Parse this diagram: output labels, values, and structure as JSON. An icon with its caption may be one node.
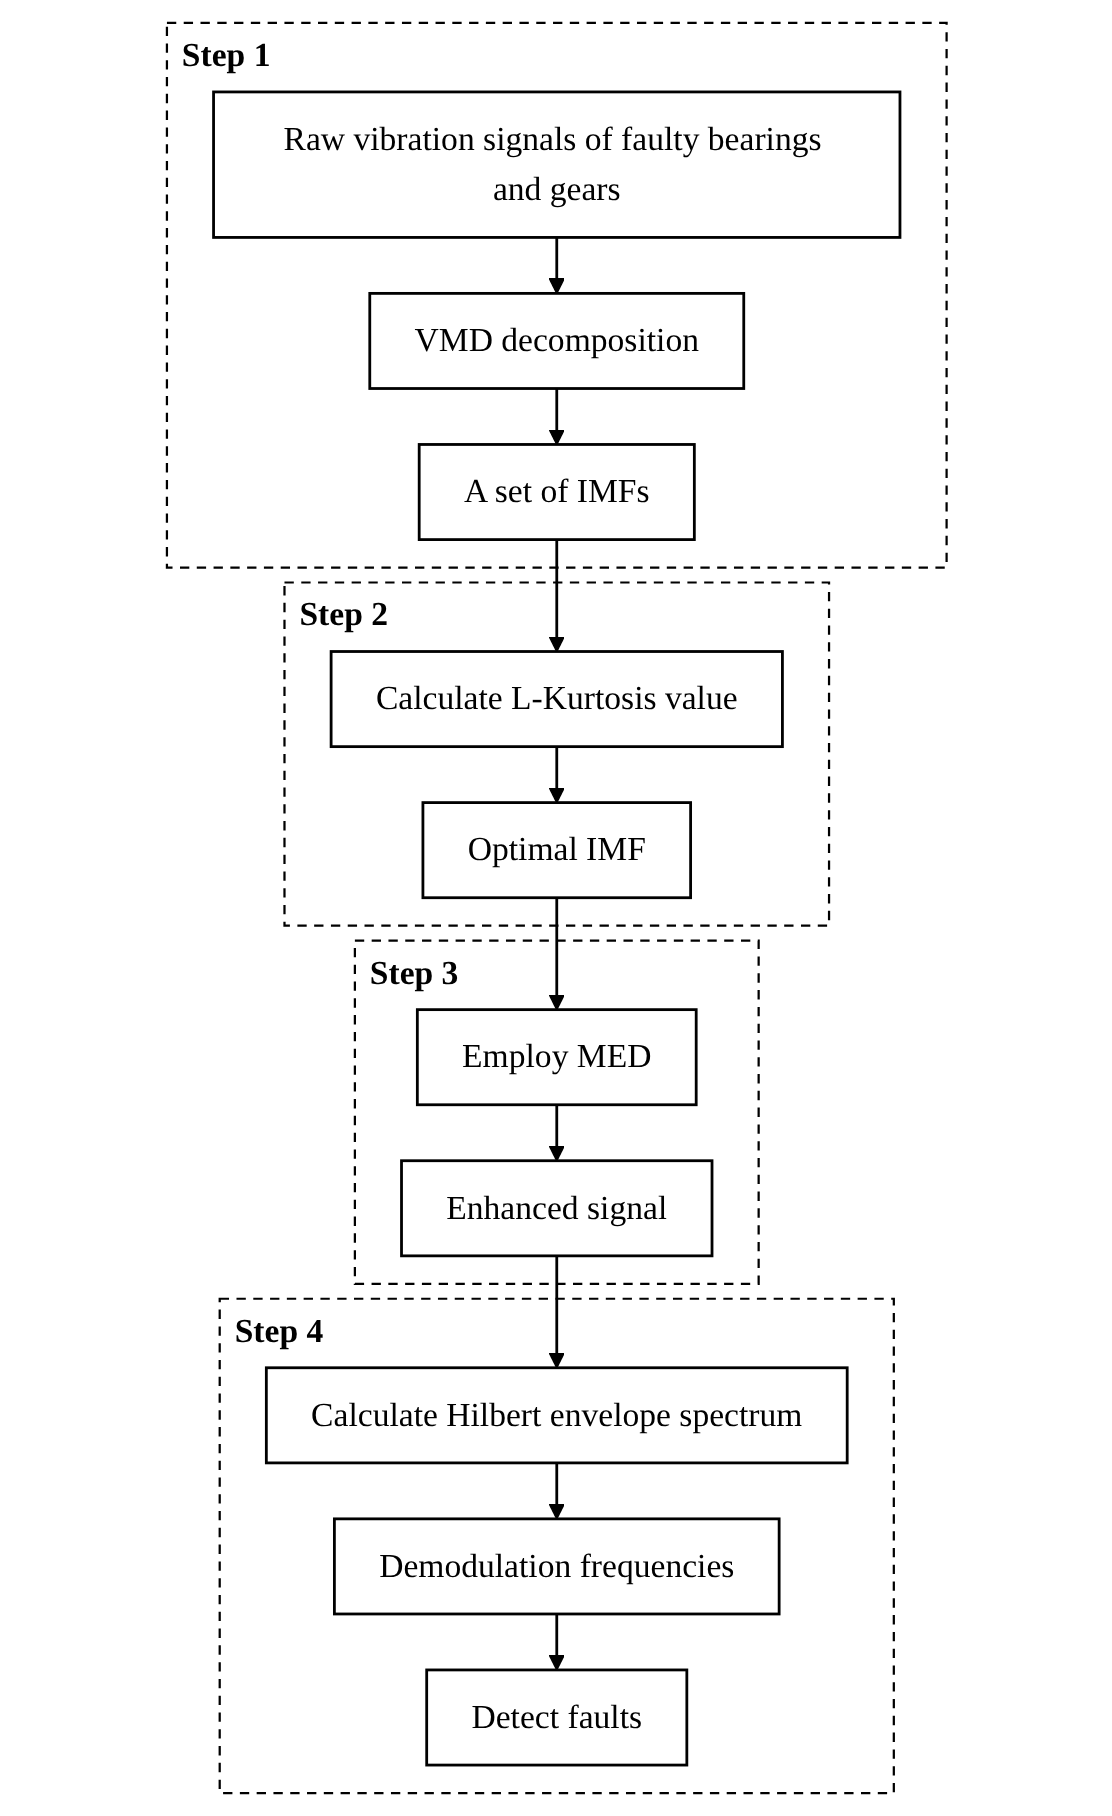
{
  "diagram": {
    "nodes": [
      {
        "text": [
          "Step 1"
        ]
      },
      {
        "text": [
          "Raw vibration signals of faulty bearings and gears"
        ],
        "in": 0
      },
      {
        "text": [
          "VMD decomposition"
        ],
        "in": 0
      },
      {
        "text": [
          "A set of IMFs"
        ],
        "in": 0
      },
      {
        "text": [
          "Step 2"
        ]
      },
      {
        "text": [
          "Calculate L-Kurtosis value"
        ],
        "in": 4
      },
      {
        "text": [
          "Optimal IMF"
        ],
        "in": 4
      },
      {
        "text": [
          "Step 3"
        ]
      },
      {
        "text": [
          "Employ MED"
        ],
        "in": 7
      },
      {
        "text": [
          "Enhanced signal"
        ],
        "in": 7
      },
      {
        "text": [
          "Step 4"
        ]
      },
      {
        "text": [
          "Calculate Hilbert envelope spectrum"
        ],
        "in": 10
      },
      {
        "text": [
          "Demodulation frequencies"
        ],
        "in": 10
      },
      {
        "text": [
          "Detect faults"
        ],
        "in": 10
      }
    ],
    "edges": [
      {
        "from": 1,
        "to": 2,
        "arrow": "to"
      },
      {
        "from": 2,
        "to": 3,
        "arrow": "to"
      },
      {
        "from": 3,
        "to": 5,
        "arrow": "to"
      },
      {
        "from": 5,
        "to": 6,
        "arrow": "to"
      },
      {
        "from": 6,
        "to": 8,
        "arrow": "to"
      },
      {
        "from": 8,
        "to": 9,
        "arrow": "to"
      },
      {
        "from": 9,
        "to": 11,
        "arrow": "to"
      },
      {
        "from": 11,
        "to": 12,
        "arrow": "to"
      },
      {
        "from": 12,
        "to": 13,
        "arrow": "to"
      }
    ]
  }
}
